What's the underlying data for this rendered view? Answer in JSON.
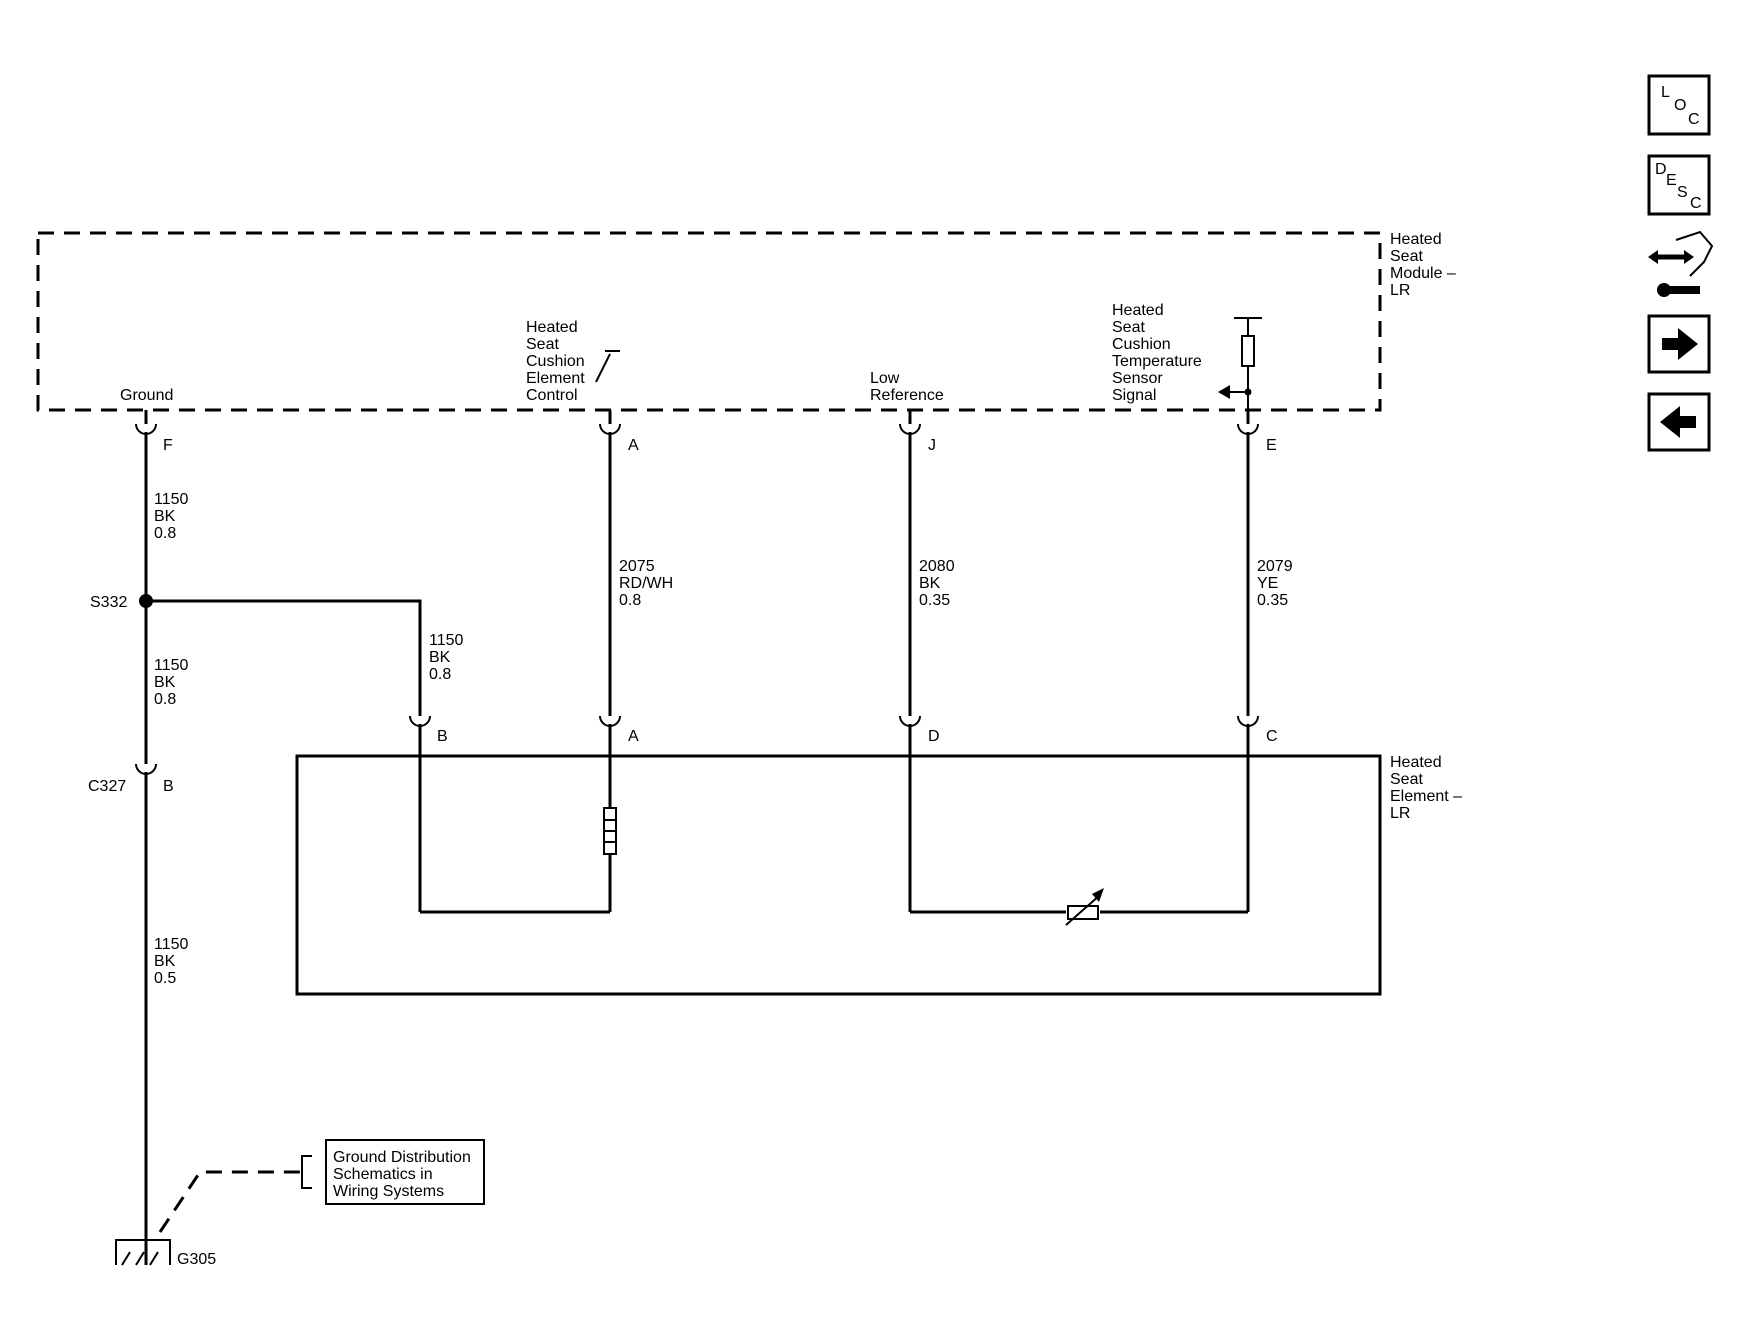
{
  "module": {
    "name_lines": [
      "Heated",
      "Seat",
      "Module –",
      "LR"
    ],
    "pins": {
      "ground": {
        "label_lines": [
          "Ground"
        ],
        "pin": "F"
      },
      "control": {
        "label_lines": [
          "Heated",
          "Seat",
          "Cushion",
          "Element",
          "Control"
        ],
        "pin": "A"
      },
      "lowref": {
        "label_lines": [
          "Low",
          "Reference"
        ],
        "pin": "J"
      },
      "sensor": {
        "label_lines": [
          "Heated",
          "Seat",
          "Cushion",
          "Temperature",
          "Sensor",
          "Signal"
        ],
        "pin": "E"
      }
    }
  },
  "element": {
    "name_lines": [
      "Heated",
      "Seat",
      "Element –",
      "LR"
    ],
    "pins": {
      "b": "B",
      "a": "A",
      "d": "D",
      "c": "C"
    }
  },
  "wires": {
    "ground_upper": [
      "1150",
      "BK",
      "0.8"
    ],
    "ground_mid": [
      "1150",
      "BK",
      "0.8"
    ],
    "ground_branch": [
      "1150",
      "BK",
      "0.8"
    ],
    "ground_lower": [
      "1150",
      "BK",
      "0.5"
    ],
    "control": [
      "2075",
      "RD/WH",
      "0.8"
    ],
    "lowref": [
      "2080",
      "BK",
      "0.35"
    ],
    "sensor": [
      "2079",
      "YE",
      "0.35"
    ]
  },
  "splice": "S332",
  "connector": {
    "name": "C327",
    "pin": "B"
  },
  "ground_point": "G305",
  "reference_box": [
    "Ground Distribution",
    "Schematics in",
    "Wiring Systems"
  ],
  "nav": {
    "loc": [
      "L",
      "O",
      "C"
    ],
    "desc": [
      "D",
      "E",
      "S",
      "C"
    ]
  }
}
